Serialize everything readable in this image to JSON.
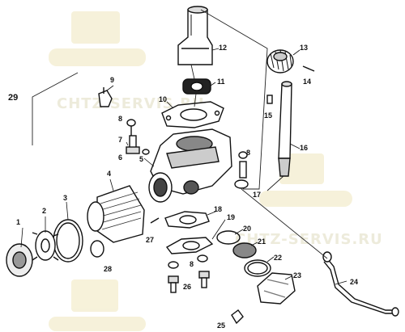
{
  "watermark": {
    "text_a": "CHTZ-SERVIS.RU",
    "text_b": "CHTZ-SERVIS.RU",
    "color": "#efe6b0"
  },
  "callouts": [
    "1",
    "2",
    "3",
    "4",
    "5",
    "6",
    "7",
    "8",
    "9",
    "10",
    "11",
    "12",
    "13",
    "14",
    "15",
    "16",
    "17",
    "18",
    "19",
    "20",
    "21",
    "22",
    "23",
    "24",
    "25",
    "26",
    "27",
    "28",
    "29"
  ],
  "labels": {
    "l1": "1",
    "l2": "2",
    "l3": "3",
    "l4": "4",
    "l5": "5",
    "l6": "6",
    "l7": "7",
    "l8a": "8",
    "l8b": "8",
    "l8c": "8",
    "l9": "9",
    "l10": "10",
    "l11": "11",
    "l12": "12",
    "l13": "13",
    "l14": "14",
    "l15": "15",
    "l16": "16",
    "l17": "17",
    "l18": "18",
    "l19": "19",
    "l20": "20",
    "l21": "21",
    "l22": "22",
    "l23": "23",
    "l24": "24",
    "l25": "25",
    "l26": "26",
    "l27": "27",
    "l28": "28",
    "l29": "29"
  }
}
